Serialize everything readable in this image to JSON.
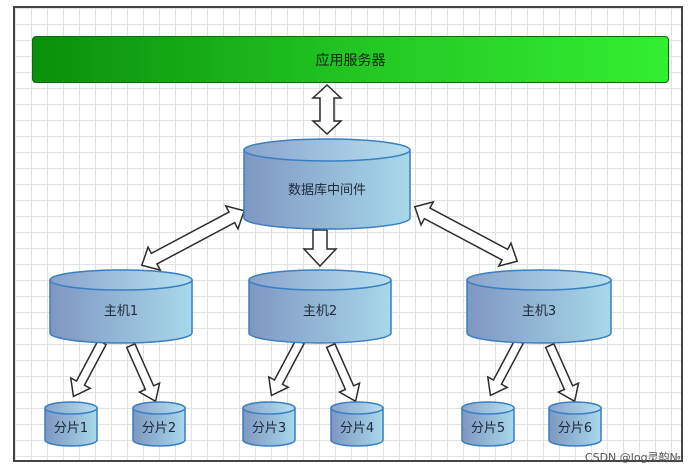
{
  "app_server": {
    "label": "应用服务器"
  },
  "middleware": {
    "label": "数据库中间件"
  },
  "hosts": [
    {
      "label": "主机1"
    },
    {
      "label": "主机2"
    },
    {
      "label": "主机3"
    }
  ],
  "shards": [
    {
      "label": "分片1"
    },
    {
      "label": "分片2"
    },
    {
      "label": "分片3"
    },
    {
      "label": "分片4"
    },
    {
      "label": "分片5"
    },
    {
      "label": "分片6"
    }
  ],
  "watermark": "CSDN @log灵韵№",
  "colors": {
    "app_bar_start": "#0a8f0a",
    "app_bar_end": "#33ee33",
    "cylinder_left": "#7f97c2",
    "cylinder_right": "#a8d8ea",
    "cylinder_stroke": "#3a7fc0"
  }
}
